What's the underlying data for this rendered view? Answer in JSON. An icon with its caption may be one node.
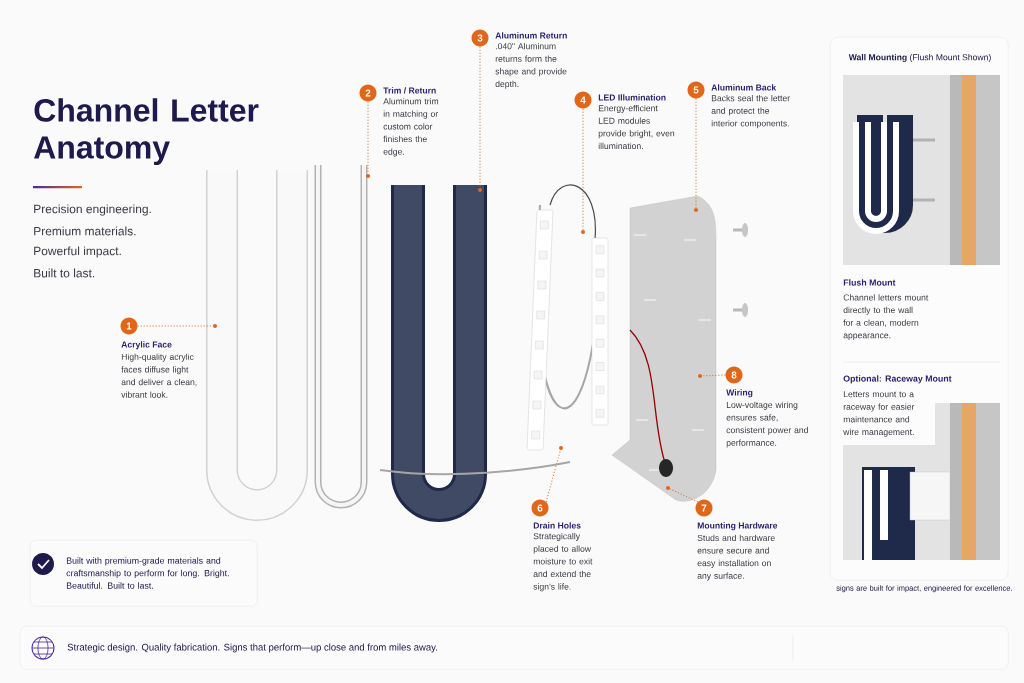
{
  "diagram": {
    "title": "Channel Letter Anatomy",
    "nodes": [
      {
        "text": [
          "1"
        ],
        "beside": [
          "Acrylic Face",
          "High-quality acrylic faces diffuse light and deliver a clean, vibrant look."
        ]
      },
      {
        "text": [
          "2"
        ],
        "beside": [
          "Trim / Return",
          "Aluminum trim in matching or custom color finishes the edge."
        ]
      },
      {
        "text": [
          "3"
        ],
        "beside": [
          "Aluminum Return",
          ".040\" Aluminum returns form the shape and provide depth."
        ]
      },
      {
        "text": [
          "4"
        ],
        "beside": [
          "LED Illumination",
          "Energy-efficient LED modules provide bright, even illumination."
        ]
      },
      {
        "text": [
          "5"
        ],
        "beside": [
          "Aluminum Back",
          "Backs seal the letter and protect the interior components."
        ]
      },
      {
        "text": [
          "6"
        ],
        "beside": [
          "Drain Holes",
          "Strategically placed to allow moisture to exit and extend the sign’s life."
        ]
      },
      {
        "text": [
          "7"
        ],
        "beside": [
          "Mounting Hardware",
          "Studs and hardware ensure secure and easy installation on any surface."
        ]
      },
      {
        "text": [
          "8"
        ],
        "beside": [
          "Wiring",
          "Low-voltage wiring ensures safe, consistent power and performance."
        ]
      },
      {
        "text": [
          "Built with premium-grade materials and craftsmanship to perform for long. Bright. Beautiful. Built to last."
        ]
      },
      {
        "text": [
          "**Wall Mounting** (Flush Mount Shown)",
          "Flush Mount",
          "Channel letters mount directly to the wall for a clean, modern appearance.",
          "Optional: Raceway Mount",
          "Letters mount to a raceway for easier maintenance and wire management."
        ],
        "beside": [
          "signs are built for impact, engineered for excellence."
        ]
      },
      {
        "text": [
          "Strategic design. Quality fabrication. Signs that perform—up close and from miles away."
        ]
      },
      {
        "text": [],
        "shape": "circle"
      },
      {
        "text": [],
        "shape": "circle"
      },
      {
        "text": [],
        "shape": "circle"
      },
      {
        "text": [],
        "shape": "circle"
      },
      {
        "text": [],
        "shape": "circle"
      },
      {
        "text": [],
        "shape": "circle"
      },
      {
        "text": [],
        "shape": "circle"
      },
      {
        "text": [],
        "shape": "circle"
      }
    ],
    "edges": [
      {
        "from": 0,
        "to": 11,
        "arrow": "none"
      },
      {
        "from": 1,
        "to": 12,
        "arrow": "none"
      },
      {
        "from": 2,
        "to": 13,
        "arrow": "none"
      },
      {
        "from": 3,
        "to": 15,
        "arrow": "none"
      },
      {
        "from": 4,
        "to": 17,
        "arrow": "none"
      },
      {
        "from": 5,
        "to": 14,
        "arrow": "none"
      },
      {
        "from": 6,
        "to": 16,
        "arrow": "none"
      },
      {
        "from": 7,
        "to": 18,
        "arrow": "none"
      }
    ],
    "labels": [
      "Precision engineering.",
      "Premium materials.",
      "Powerful impact.",
      "Built to last."
    ]
  }
}
